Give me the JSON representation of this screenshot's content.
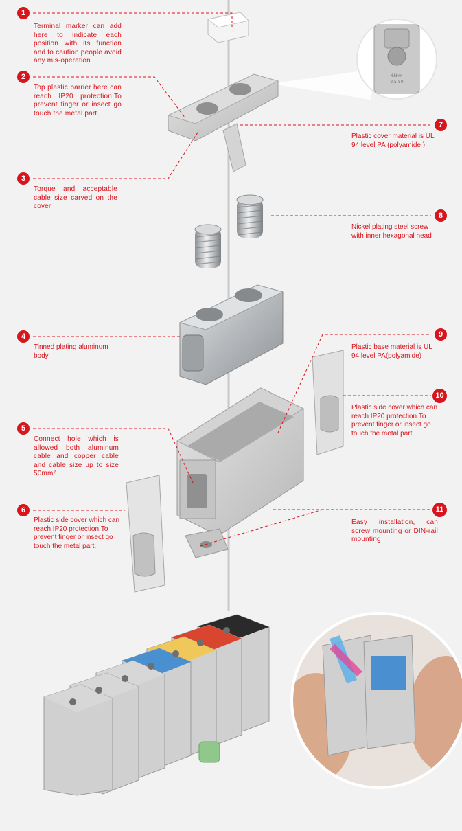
{
  "colors": {
    "accent": "#d8141c",
    "background": "#f2f2f2",
    "plastic": "#cfd0cf",
    "metal": "#b9bcbf",
    "blue": "#4a8fd0",
    "yellow": "#f0c85a",
    "red": "#d9452f",
    "black": "#2a2a2a",
    "green": "#8fc88a"
  },
  "callouts": [
    {
      "number": "1",
      "text": "Terminal marker can add here to indicate each position with its function and to caution people avoid any mis-operation"
    },
    {
      "number": "2",
      "text": "Top plastic barrier here can reach IP20 protection.To prevent finger or insect go touch the metal part."
    },
    {
      "number": "3",
      "text": "Torque and acceptable cable size carved on the cover"
    },
    {
      "number": "4",
      "text": "Tinned plating aluminum body"
    },
    {
      "number": "5",
      "text": "Connect hole which is allowed both aluminum cable and copper cable and cable size up to size 50mm²"
    },
    {
      "number": "6",
      "text": "Plastic side cover which can reach IP20 protection.To prevent finger or insect go touch the metal part."
    },
    {
      "number": "7",
      "text": "Plastic cover material is UL 94 level PA (polyamide )"
    },
    {
      "number": "8",
      "text": "Nickel plating steel screw with inner hexagonal head"
    },
    {
      "number": "9",
      "text": "Plastic base material is UL 94 level PA(polyamide)"
    },
    {
      "number": "10",
      "text": "Plastic side cover which can reach IP20 protection.To prevent finger or insect go touch the metal part."
    },
    {
      "number": "11",
      "text": "Easy installation, can screw mounting or DIN-rail mounting"
    }
  ]
}
